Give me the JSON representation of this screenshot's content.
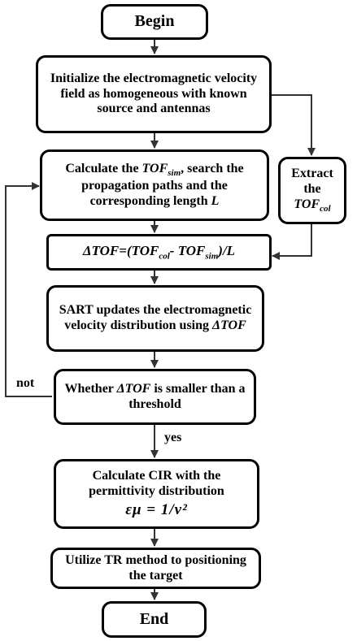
{
  "nodes": {
    "begin": {
      "label": "Begin"
    },
    "init": {
      "label": "Initialize the electromagnetic velocity field as homogeneous with known source and antennas"
    },
    "calc": {
      "pre": "Calculate the ",
      "var": "TOF",
      "sub": "sim",
      "post": ", search the propagation paths and the corresponding length ",
      "var2": "L"
    },
    "extract": {
      "pre": "Extract the ",
      "var": "TOF",
      "sub": "col"
    },
    "delta": {
      "d1": "ΔTOF=(TOF",
      "s1": "col",
      "d2": "- TOF",
      "s2": "sim",
      "d3": ")/L"
    },
    "sart": {
      "pre": "SART updates the electromagnetic velocity distribution using ",
      "var": "ΔTOF"
    },
    "whether": {
      "pre": "Whether ",
      "var": "ΔTOF",
      "post": " is smaller than a threshold"
    },
    "cir": {
      "line": "Calculate CIR with the permittivity distribution",
      "formula": "εμ = 1/v²"
    },
    "tr": {
      "label": "Utilize TR method to positioning the target"
    },
    "end": {
      "label": "End"
    }
  },
  "edge_labels": {
    "not": "not",
    "yes": "yes"
  }
}
